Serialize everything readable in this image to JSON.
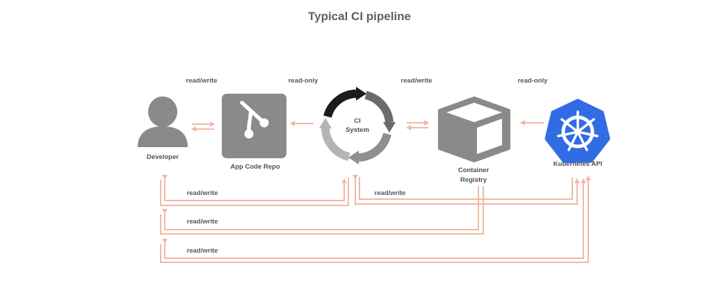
{
  "title": "Typical CI pipeline",
  "nodes": {
    "developer": {
      "label": "Developer"
    },
    "repo": {
      "label": "App Code Repo"
    },
    "ci": {
      "label_line1": "CI",
      "label_line2": "System"
    },
    "registry": {
      "label_line1": "Container",
      "label_line2": "Registry"
    },
    "k8s": {
      "label": "Kubernetes API"
    }
  },
  "top_links": [
    {
      "label": "read/write"
    },
    {
      "label": "read-only"
    },
    {
      "label": "read/write"
    },
    {
      "label": "read-only"
    }
  ],
  "bottom_links": [
    {
      "label": "read/write"
    },
    {
      "label": "read/write"
    },
    {
      "label": "read/write"
    },
    {
      "label": "read/write"
    }
  ],
  "colors": {
    "connector": "#f3b7a4",
    "icon_gray": "#8a8a8a",
    "kubernetes_blue": "#326ce5",
    "title": "#5f5f66"
  }
}
